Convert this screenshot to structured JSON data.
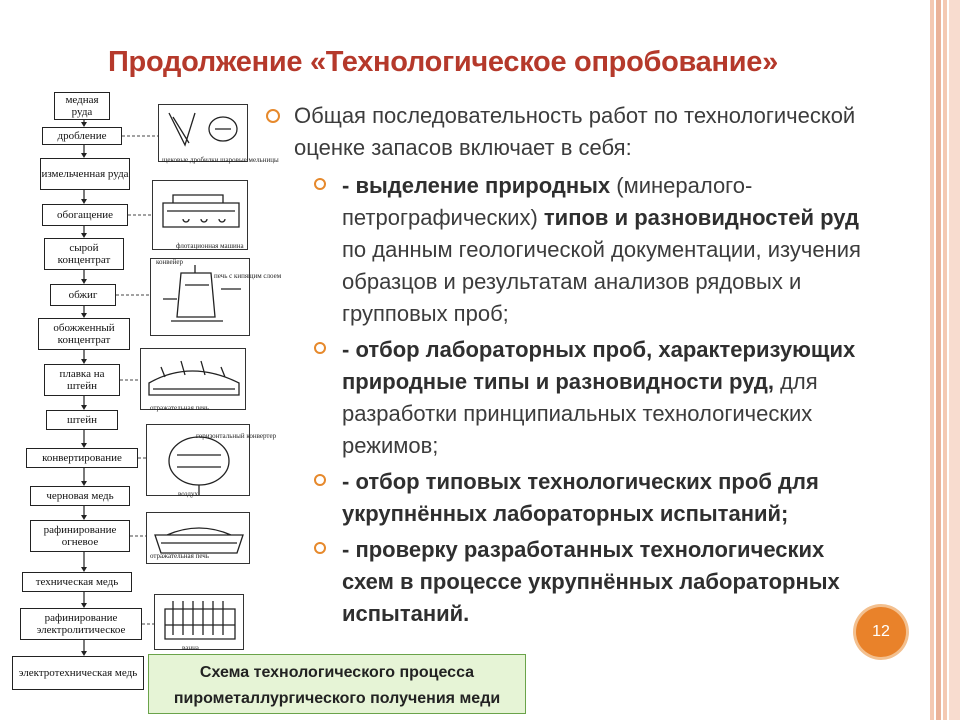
{
  "slide": {
    "title": "Продолжение «Технологическое опробование»",
    "page_number": "12",
    "accent_color": "#e6892c",
    "title_color": "#b5392b"
  },
  "content": {
    "intro": "Общая последовательность работ по технологической оценке запасов включает в себя:",
    "items": [
      {
        "parts": [
          {
            "text": "- выделение природных",
            "bold": true
          },
          {
            "text": " (минералого-петрографических) ",
            "bold": false
          },
          {
            "text": "типов и разновидностей руд",
            "bold": true
          },
          {
            "text": " по данным геологической документации, изучения образцов и результатам анализов рядовых и групповых проб;",
            "bold": false
          }
        ]
      },
      {
        "parts": [
          {
            "text": " - отбор лабораторных проб, характеризующих природные типы и разновидности руд,",
            "bold": true
          },
          {
            "text": " для разработки принципиальных технологических режимов;",
            "bold": false
          }
        ]
      },
      {
        "parts": [
          {
            "text": "- отбор типовых технологических проб для укрупнённых лабораторных испытаний;",
            "bold": true
          }
        ]
      },
      {
        "parts": [
          {
            "text": "- проверку разработанных технологических схем в процессе укрупнённых лабораторных испытаний.",
            "bold": true
          }
        ]
      }
    ]
  },
  "flowchart": {
    "steps": [
      "медная руда",
      "дробление",
      "измельченная руда",
      "обогащение",
      "сырой концентрат",
      "обжиг",
      "обожженный концентрат",
      "плавка на штейн",
      "штейн",
      "конвертирование",
      "черновая медь",
      "рафинирование огневое",
      "техническая медь",
      "рафинирование электролитическое",
      "электротехническая медь"
    ],
    "sketch_labels": [
      "щековые дробилки шаровые мельницы",
      "флотационная машина",
      "конвейер",
      "печь с кипящим слоем",
      "отражательная печь",
      "горизонтальный конвертер",
      "воздух",
      "отражательная печь",
      "ванна"
    ],
    "caption_line1": "Схема технологического процесса",
    "caption_line2": "пирометаллургического получения меди"
  }
}
